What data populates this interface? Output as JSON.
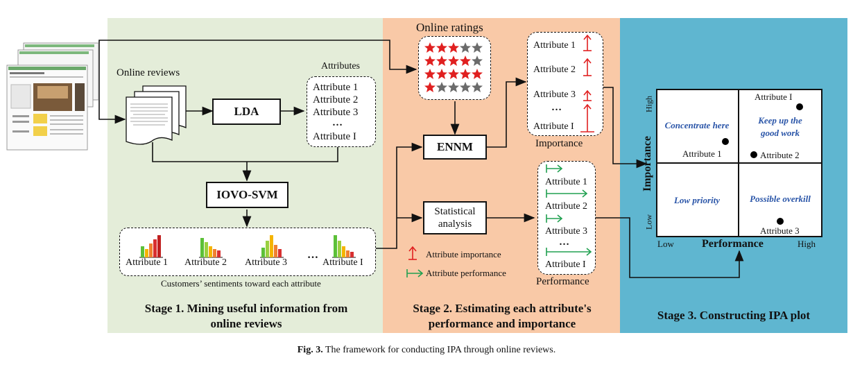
{
  "stages": {
    "stage1": {
      "title_line1": "Stage 1. Mining useful information from",
      "title_line2": "online reviews"
    },
    "stage2": {
      "title_line1": "Stage 2. Estimating each attribute's",
      "title_line2": "performance and importance"
    },
    "stage3": {
      "title": "Stage 3. Constructing IPA plot"
    }
  },
  "stage1": {
    "online_reviews_label": "Online reviews",
    "attributes_heading": "Attributes",
    "attributes": [
      "Attribute 1",
      "Attribute 2",
      "Attribute 3",
      "…",
      "Attribute I"
    ],
    "lda": "LDA",
    "iovo_svm": "IOVO-SVM",
    "sentiment_attrs": [
      "Attribute 1",
      "Attribute 2",
      "Attribute 3",
      "…",
      "Attribute I"
    ],
    "sentiments_caption": "Customers’ sentiments  toward each attribute"
  },
  "stage2": {
    "online_ratings_label": "Online ratings",
    "ennm": "ENNM",
    "statistical_line1": "Statistical",
    "statistical_line2": "analysis",
    "importance_attrs": [
      "Attribute 1",
      "Attribute 2",
      "Attribute 3",
      "…",
      "Attribute I"
    ],
    "importance_label": "Importance",
    "performance_attrs": [
      "Attribute 1",
      "Attribute 2",
      "Attribute 3",
      "…",
      "Attribute I"
    ],
    "performance_label": "Performance",
    "legend_importance": "Attribute importance",
    "legend_performance": "Attribute performance"
  },
  "ipa": {
    "y_axis": "Importance",
    "x_axis": "Performance",
    "y_high": "High",
    "y_low": "Low",
    "x_low": "Low",
    "x_high": "High",
    "q_concentrate": "Concentrate here",
    "q_keep_line1": "Keep up the",
    "q_keep_line2": "good work",
    "q_low": "Low priority",
    "q_overkill": "Possible overkill",
    "point_attr_I": "Attribute I",
    "point_attr_1": "Attribute 1",
    "point_attr_2": "Attribute 2",
    "point_attr_3": "Attribute 3"
  },
  "caption": {
    "label": "Fig. 3.",
    "text": " The framework for conducting IPA through online reviews."
  },
  "colors": {
    "stage1": "#e4edd9",
    "stage2": "#f9c9a7",
    "stage3": "#5fb6d0",
    "importance_arrow": "#e02020",
    "performance_arrow": "#20a050",
    "quadrant_text": "#2a55a8"
  }
}
